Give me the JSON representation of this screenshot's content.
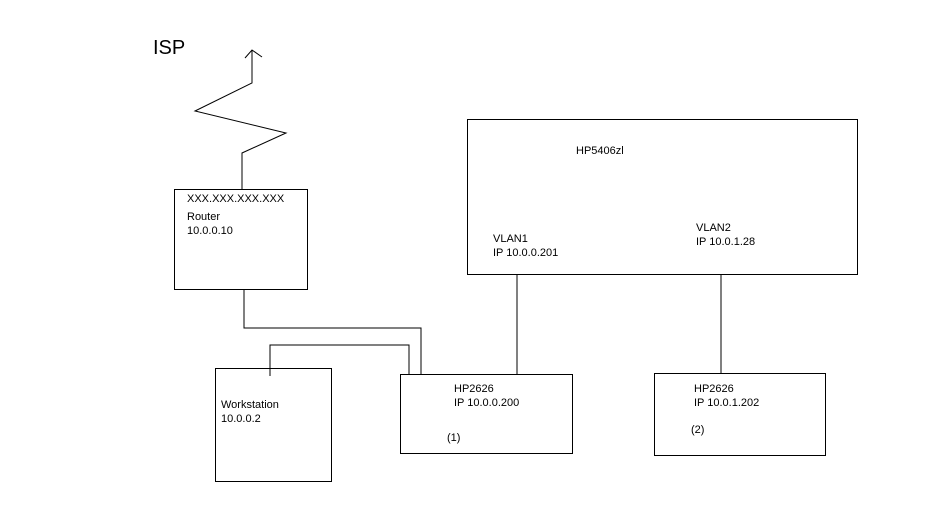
{
  "isp": {
    "label": "ISP"
  },
  "router": {
    "public_ip": "XXX.XXX.XXX.XXX",
    "name": "Router",
    "ip": "10.0.0.10"
  },
  "workstation": {
    "name": "Workstation",
    "ip": "10.0.0.2"
  },
  "core_switch": {
    "name": "HP5406zl",
    "vlan1": {
      "name": "VLAN1",
      "ip": "IP 10.0.0.201"
    },
    "vlan2": {
      "name": "VLAN2",
      "ip": "IP 10.0.1.28"
    }
  },
  "switch1": {
    "name": "HP2626",
    "ip": "IP 10.0.0.200",
    "number": "(1)"
  },
  "switch2": {
    "name": "HP2626",
    "ip": "IP 10.0.1.202",
    "number": "(2)"
  }
}
